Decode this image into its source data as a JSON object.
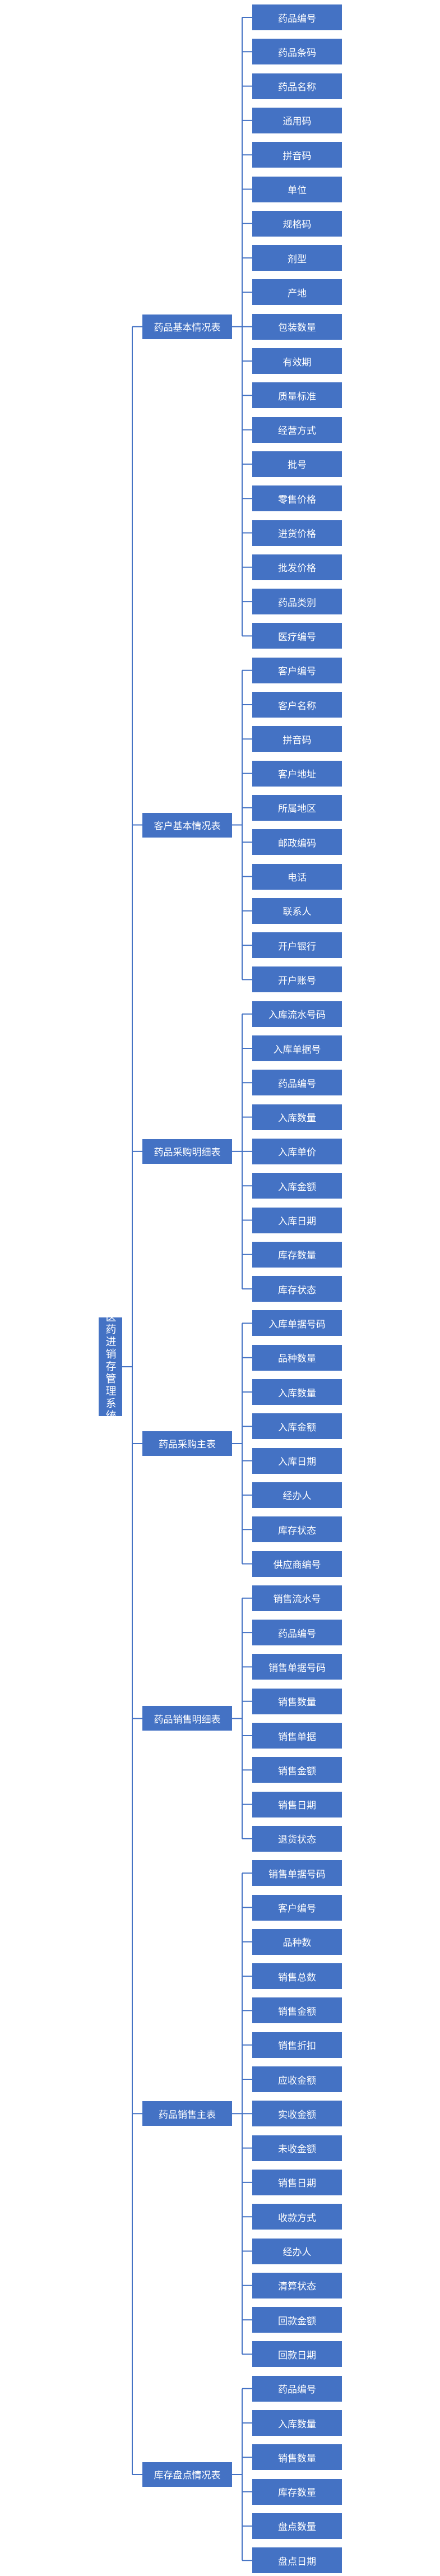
{
  "root": {
    "label": "医药进销存管理系统"
  },
  "categories": [
    {
      "label": "药品基本情况表",
      "fields": [
        "药品编号",
        "药品条码",
        "药品名称",
        "通用码",
        "拼音码",
        "单位",
        "规格码",
        "剂型",
        "产地",
        "包装数量",
        "有效期",
        "质量标准",
        "经营方式",
        "批号",
        "零售价格",
        "进货价格",
        "批发价格",
        "药品类别",
        "医疗编号"
      ]
    },
    {
      "label": "客户基本情况表",
      "fields": [
        "客户编号",
        "客户名称",
        "拼音码",
        "客户地址",
        "所属地区",
        "邮政编码",
        "电话",
        "联系人",
        "开户银行",
        "开户账号"
      ]
    },
    {
      "label": "药品采购明细表",
      "fields": [
        "入库流水号码",
        "入库单据号",
        "药品编号",
        "入库数量",
        "入库单价",
        "入库金额",
        "入库日期",
        "库存数量",
        "库存状态"
      ]
    },
    {
      "label": "药品采购主表",
      "fields": [
        "入库单据号码",
        "品种数量",
        "入库数量",
        "入库金额",
        "入库日期",
        "经办人",
        "库存状态",
        "供应商编号"
      ]
    },
    {
      "label": "药品销售明细表",
      "fields": [
        "销售流水号",
        "药品编号",
        "销售单据号码",
        "销售数量",
        "销售单据",
        "销售金额",
        "销售日期",
        "退货状态"
      ]
    },
    {
      "label": "药品销售主表",
      "fields": [
        "销售单据号码",
        "客户编号",
        "品种数",
        "销售总数",
        "销售金额",
        "销售折扣",
        "应收金额",
        "实收金额",
        "未收金额",
        "销售日期",
        "收款方式",
        "经办人",
        "清算状态",
        "回款金额",
        "回款日期"
      ]
    },
    {
      "label": "库存盘点情况表",
      "fields": [
        "药品编号",
        "入库数量",
        "销售数量",
        "库存数量",
        "盘点数量",
        "盘点日期"
      ]
    }
  ],
  "colors": {
    "box_fill": "#4472c4",
    "box_text": "#ffffff",
    "connector": "#4472c4"
  }
}
